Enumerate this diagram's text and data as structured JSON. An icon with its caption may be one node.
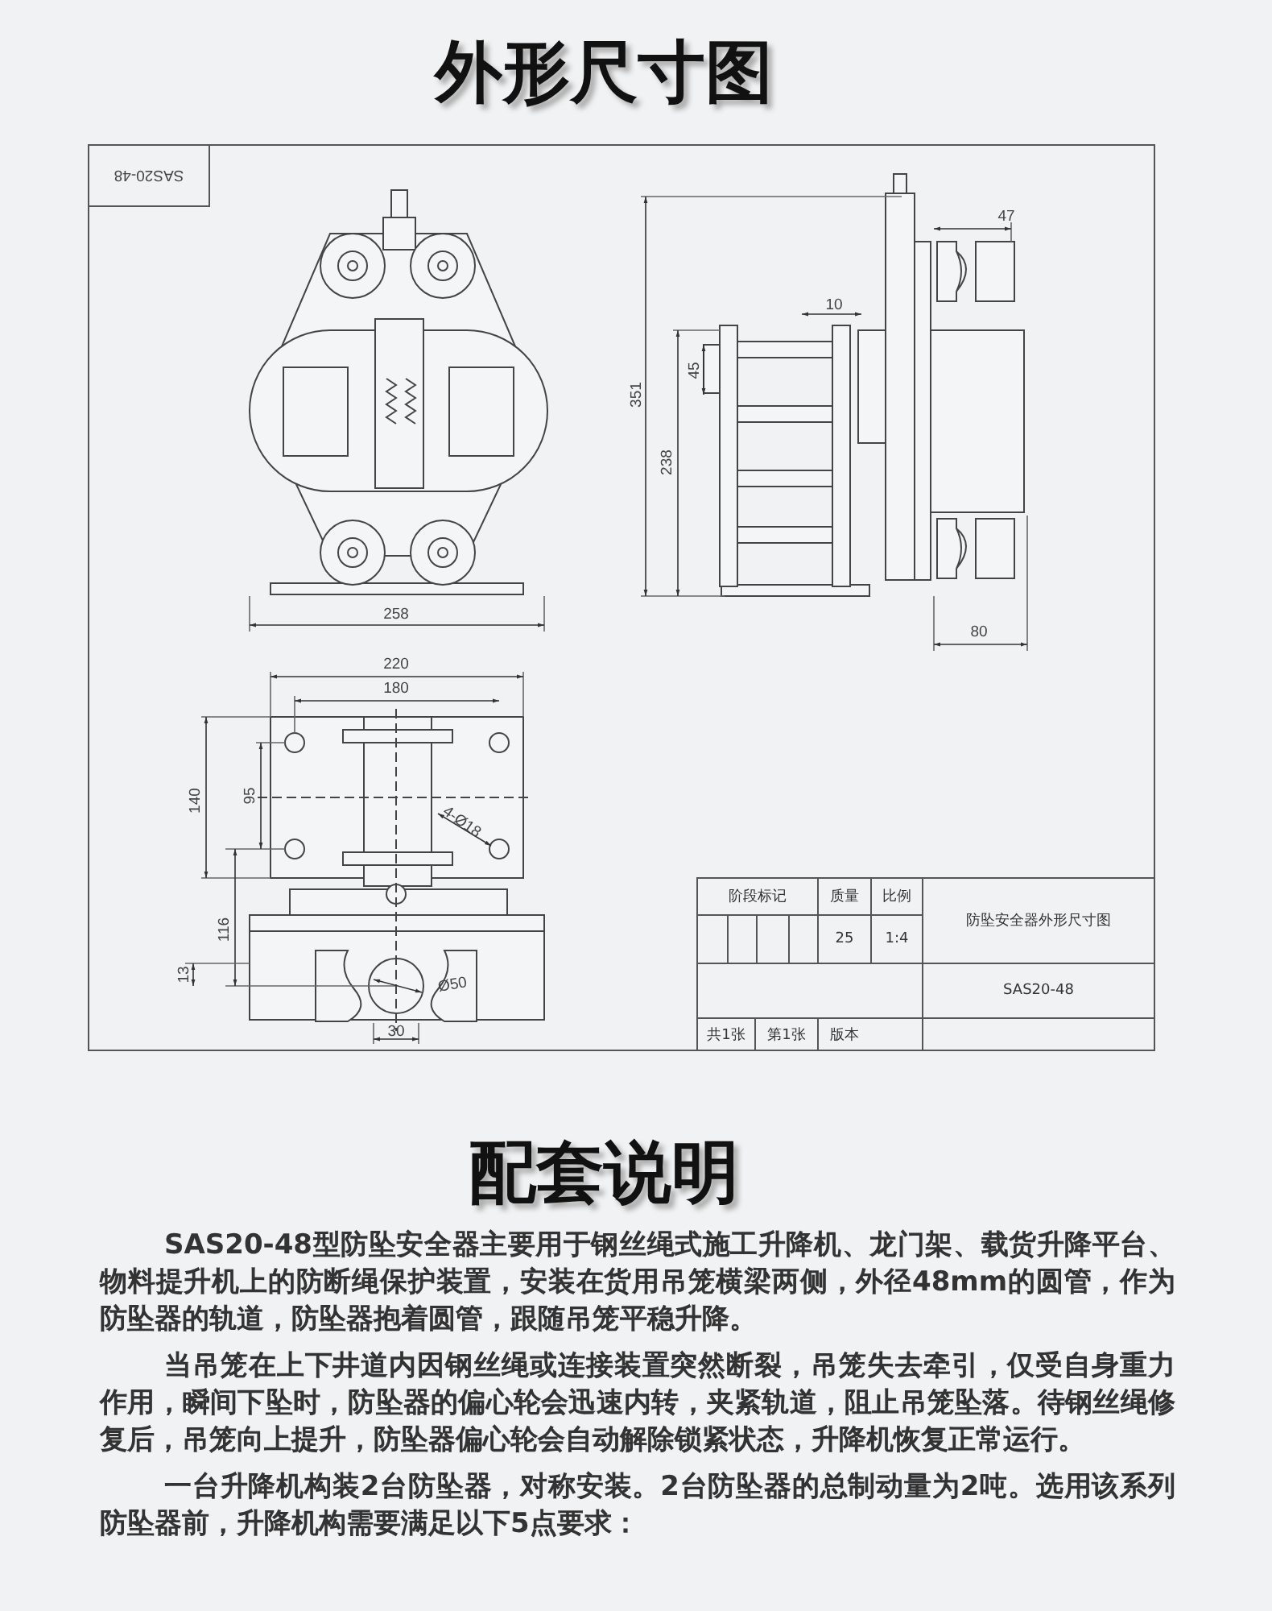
{
  "diagram": {
    "title": "外形尺寸图",
    "labels": [
      "SAS20-48",
      "258",
      "351",
      "238",
      "45",
      "10",
      "47",
      "80",
      "220",
      "180",
      "140",
      "95",
      "4-Ø18",
      "116",
      "13",
      "Ø50",
      "30",
      "阶段标记",
      "质量",
      "比例",
      "防坠安全器外形尺寸图",
      "25",
      "1:4",
      "SAS20-48",
      "共1张",
      "第1张",
      "版本",
      "配套说明",
      "SAS20-48型防坠安全器主要用于钢丝绳式施工升降机、龙门架、载货升降平台、物料提升机上的防断绳保护装置，安装在货用吊笼横梁两侧，外径48mm的圆管，作为防坠器的轨道，防坠器抱着圆管，跟随吊笼平稳升降。",
      "当吊笼在上下井道内因钢丝绳或连接装置突然断裂，吊笼失去牵引，仅受自身重力作用，瞬间下坠时，防坠器的偏心轮会迅速内转，夹紧轨道，阻止吊笼坠落。待钢丝绳修复后，吊笼向上提升，防坠器偏心轮会自动解除锁紧状态，升降机恢复正常运行。",
      "一台升降机构装2台防坠器，对称安装。2台防坠器的总制动量为2吨。选用该系列防坠器前，升降机构需要满足以下5点要求："
    ]
  }
}
